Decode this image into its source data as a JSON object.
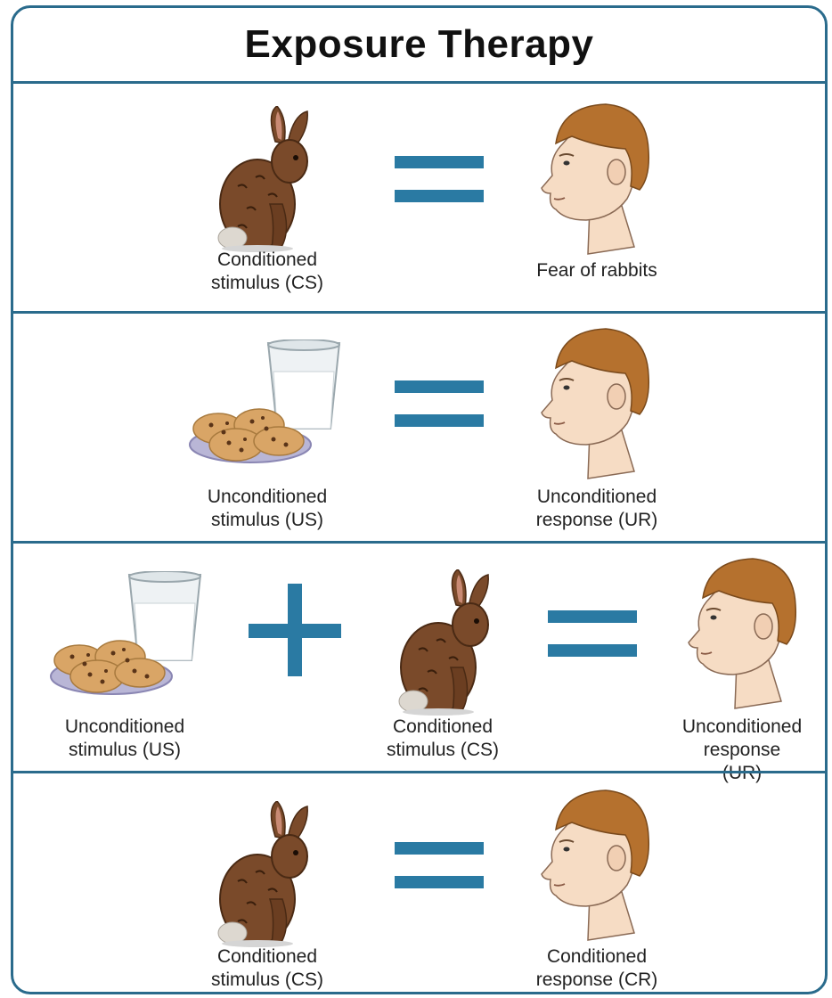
{
  "title": "Exposure Therapy",
  "rows": [
    {
      "left_label": "Conditioned\nstimulus (CS)",
      "right_label": "Fear of rabbits"
    },
    {
      "left_label": "Unconditioned\nstimulus (US)",
      "right_label": "Unconditioned\nresponse (UR)"
    },
    {
      "left_label": "Unconditioned\nstimulus (US)",
      "middle_label": "Conditioned\nstimulus (CS)",
      "right_label": "Unconditioned\nresponse (UR)"
    },
    {
      "left_label": "Conditioned\nstimulus (CS)",
      "right_label": "Conditioned\nresponse (CR)"
    }
  ],
  "colors": {
    "frame": "#2a6b8c",
    "symbol": "#2a7aa3",
    "rabbit": "#7a4a2a",
    "hair": "#b5712e",
    "skin": "#f6dcc4",
    "cookie": "#d9a566"
  },
  "icons": [
    "rabbit-icon",
    "equals-sign",
    "boy-head-icon",
    "cookies-milk-icon",
    "plus-sign"
  ]
}
